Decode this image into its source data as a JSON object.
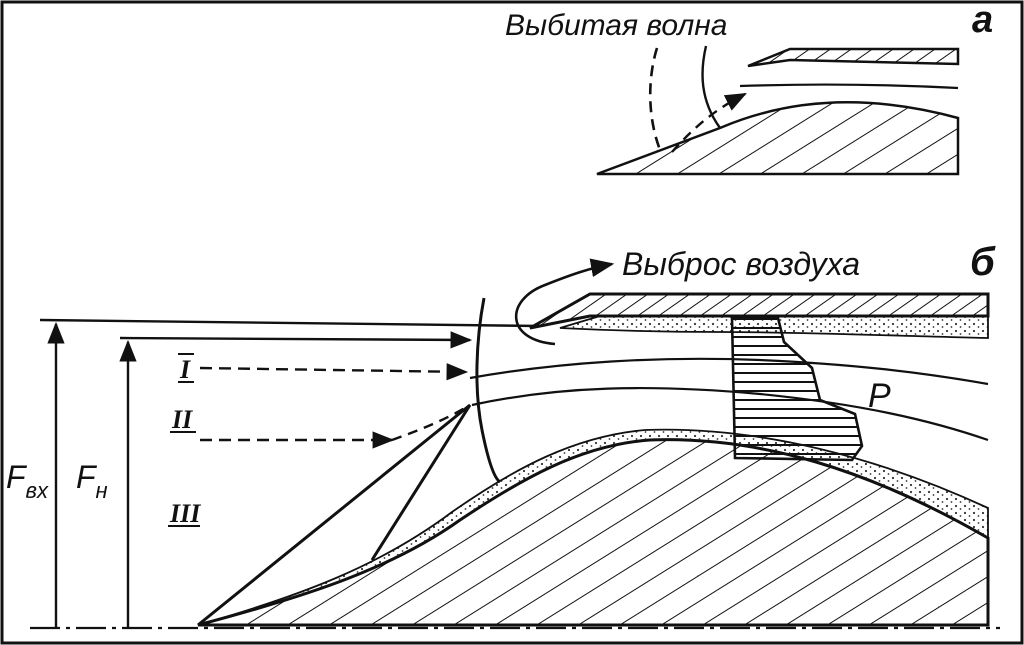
{
  "panel_a": {
    "letter": "а",
    "caption": "Выбитая волна"
  },
  "panel_b": {
    "letter": "б",
    "caption": "Выброс воздуха",
    "region_p": "P",
    "zones": [
      "I",
      "II",
      "III"
    ],
    "f_inlet_main": "F",
    "f_inlet_sub": "вх",
    "f_throat_main": "F",
    "f_throat_sub": "н"
  },
  "style": {
    "ink": "#111111",
    "background": "#ffffff"
  }
}
